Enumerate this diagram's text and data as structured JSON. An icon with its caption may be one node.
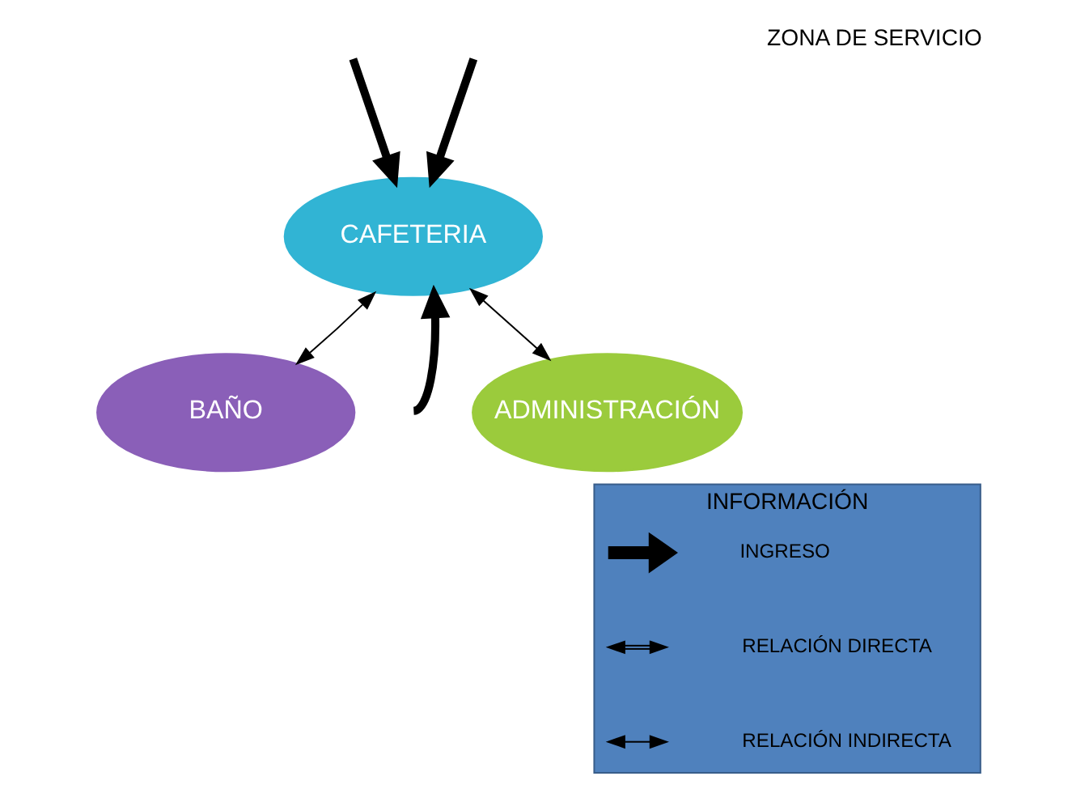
{
  "diagram": {
    "title": "ZONA DE SERVICIO",
    "nodes": [
      {
        "text": [
          "CAFETERIA"
        ]
      },
      {
        "text": [
          "BAÑO"
        ]
      },
      {
        "text": [
          "ADMINISTRACIÓN"
        ]
      },
      {
        "text": [
          "INFORMACIÓN"
        ]
      }
    ],
    "edges": [
      {
        "from": null,
        "to": 0,
        "arrow": "to"
      },
      {
        "from": null,
        "to": 0,
        "arrow": "to"
      },
      {
        "from": 1,
        "to": 0,
        "arrow": "both"
      },
      {
        "from": null,
        "to": 0,
        "arrow": "to"
      },
      {
        "from": 0,
        "to": 2,
        "arrow": "both"
      }
    ],
    "legend": [
      {
        "text": "INGRESO"
      },
      {
        "text": "RELACIÓN DIRECTA"
      },
      {
        "text": "RELACIÓN INDIRECTA"
      }
    ]
  }
}
